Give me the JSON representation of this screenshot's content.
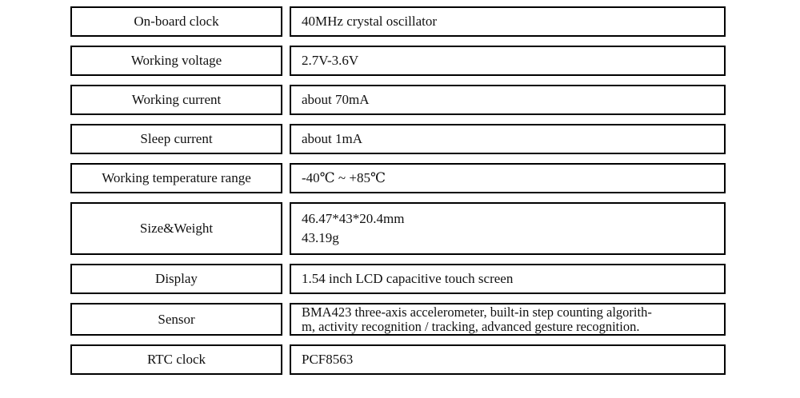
{
  "table": {
    "rows": [
      {
        "label": "On-board clock",
        "value_lines": [
          "40MHz crystal oscillator"
        ]
      },
      {
        "label": "Working voltage",
        "value_lines": [
          "2.7V-3.6V"
        ]
      },
      {
        "label": "Working current",
        "value_lines": [
          "about 70mA"
        ]
      },
      {
        "label": "Sleep current",
        "value_lines": [
          "about 1mA"
        ]
      },
      {
        "label": "Working temperature range",
        "value_lines": [
          "-40℃ ~ +85℃"
        ]
      },
      {
        "label": "Size&Weight",
        "value_lines": [
          "46.47*43*20.4mm",
          "43.19g"
        ]
      },
      {
        "label": "Display",
        "value_lines": [
          "1.54 inch LCD capacitive touch screen"
        ]
      },
      {
        "label": "Sensor",
        "value_lines": [
          "BMA423 three-axis accelerometer, built-in step counting algorith-",
          "m, activity recognition / tracking, advanced gesture recognition."
        ]
      },
      {
        "label": "RTC clock",
        "value_lines": [
          "PCF8563"
        ]
      }
    ],
    "colors": {
      "border": "#000000",
      "text": "#111111",
      "background": "#ffffff"
    }
  }
}
